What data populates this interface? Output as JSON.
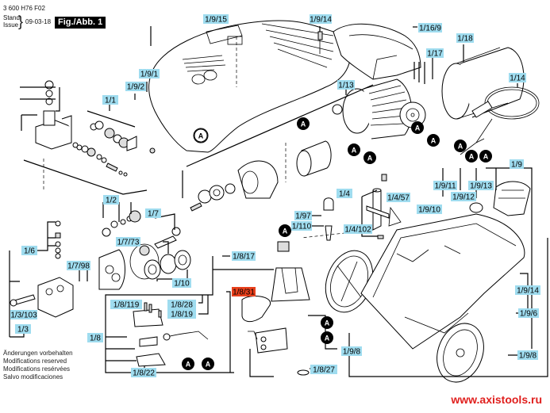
{
  "header": {
    "part_number": "3 600 H76 F02",
    "stand_label": "Stand",
    "issue_label": "Issue",
    "date": "09-03-18",
    "figure_title": "Fig./Abb. 1"
  },
  "notes": [
    "Änderungen vorbehalten",
    "Modifications reserved",
    "Modifications resérvées",
    "Salvo modificaciones"
  ],
  "watermark": "www.axistools.ru",
  "colors": {
    "label_bg": "#9fdcef",
    "highlight_bg": "#e8401c",
    "watermark": "#e0201e"
  },
  "connector_marker": "A",
  "labels": {
    "l_1_9_15": "1/9/15",
    "l_1_9_14_top": "1/9/14",
    "l_1_16_9": "1/16/9",
    "l_1_18": "1/18",
    "l_1_17": "1/17",
    "l_1_14": "1/14",
    "l_1_9_1": "1/9/1",
    "l_1_9_2": "1/9/2",
    "l_1_1": "1/1",
    "l_1_13": "1/13",
    "l_1_9": "1/9",
    "l_1_9_11": "1/9/11",
    "l_1_9_13": "1/9/13",
    "l_1_9_12": "1/9/12",
    "l_1_9_10": "1/9/10",
    "l_1_4": "1/4",
    "l_1_4_57": "1/4/57",
    "l_1_97": "1/97",
    "l_1_110": "1/110",
    "l_1_4_102": "1/4/102",
    "l_1_2": "1/2",
    "l_1_7": "1/7",
    "l_1_7_73": "1/7/73",
    "l_1_6": "1/6",
    "l_1_7_98": "1/7/98",
    "l_1_10": "1/10",
    "l_1_3_103": "1/3/103",
    "l_1_3": "1/3",
    "l_1_8_17": "1/8/17",
    "l_1_8_31": "1/8/31",
    "l_1_8_119": "1/8/119",
    "l_1_8_28": "1/8/28",
    "l_1_8_19": "1/8/19",
    "l_1_8": "1/8",
    "l_1_8_22": "1/8/22",
    "l_1_8_27": "1/8/27",
    "l_1_9_8_left": "1/9/8",
    "l_1_9_14_right": "1/9/14",
    "l_1_9_6": "1/9/6",
    "l_1_9_8_right": "1/9/8"
  },
  "highlighted_label": "1/8/31"
}
